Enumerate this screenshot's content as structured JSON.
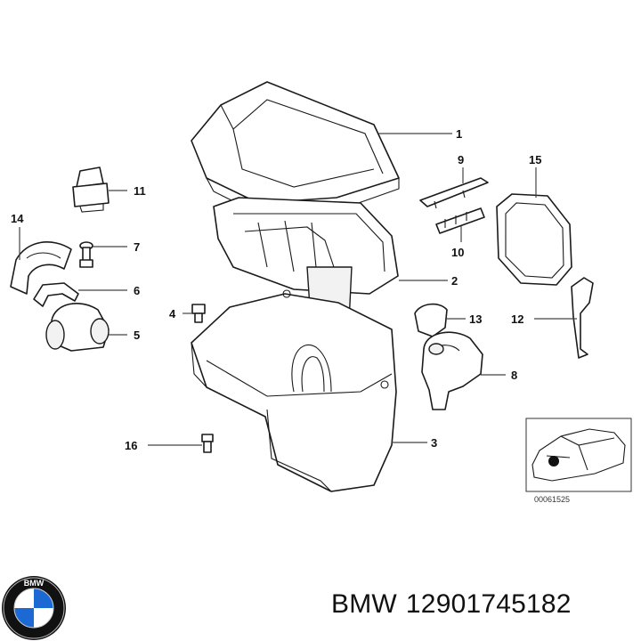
{
  "parts": [
    {
      "id": "1"
    },
    {
      "id": "2"
    },
    {
      "id": "3"
    },
    {
      "id": "4"
    },
    {
      "id": "5"
    },
    {
      "id": "6"
    },
    {
      "id": "7"
    },
    {
      "id": "8"
    },
    {
      "id": "9"
    },
    {
      "id": "10"
    },
    {
      "id": "11"
    },
    {
      "id": "12"
    },
    {
      "id": "13"
    },
    {
      "id": "14"
    },
    {
      "id": "15"
    },
    {
      "id": "16"
    }
  ],
  "inset": {
    "reference_code": "00061525"
  },
  "caption": {
    "brand": "BMW",
    "part_number": "12901745182"
  },
  "logo": {
    "letters": "BMW",
    "colors": {
      "blue": "#1c69d4",
      "black": "#111111",
      "white": "#ffffff"
    }
  }
}
